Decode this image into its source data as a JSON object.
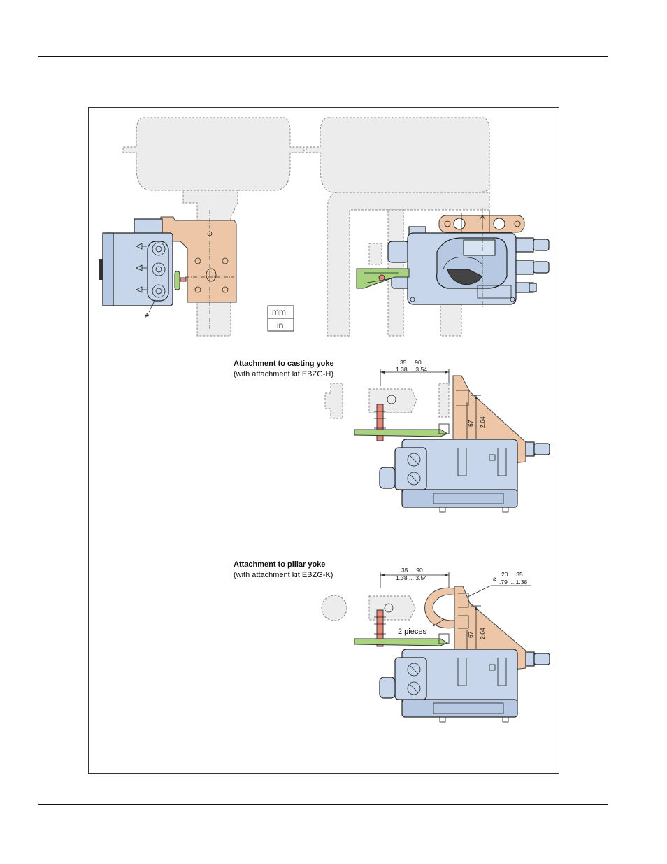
{
  "units": {
    "mm": "mm",
    "in": "in"
  },
  "marker": "*",
  "casting": {
    "title": "Attachment to casting yoke",
    "subtitle": "(with attachment kit EBZG-H)",
    "dim_width_mm": "35 ... 90",
    "dim_width_in": "1.38 ... 3.54",
    "dim_height_mm": "67",
    "dim_height_in": "2.64"
  },
  "pillar": {
    "title": "Attachment to pillar yoke",
    "subtitle": "(with attachment kit EBZG-K)",
    "dim_width_mm": "35 ... 90",
    "dim_width_in": "1.38 ... 3.54",
    "dim_dia_symbol": "⌀",
    "dim_dia_mm": "20 ... 35",
    "dim_dia_in": ".79 ... 1.38",
    "dim_height_mm": "67",
    "dim_height_in": "2.64",
    "pieces_label": "2 pieces"
  },
  "colors": {
    "housing": "#c7d6ea",
    "bracket": "#ecc6a6",
    "lever": "#a7d37f",
    "bolt": "#e9887a",
    "yoke": "#ececec"
  }
}
